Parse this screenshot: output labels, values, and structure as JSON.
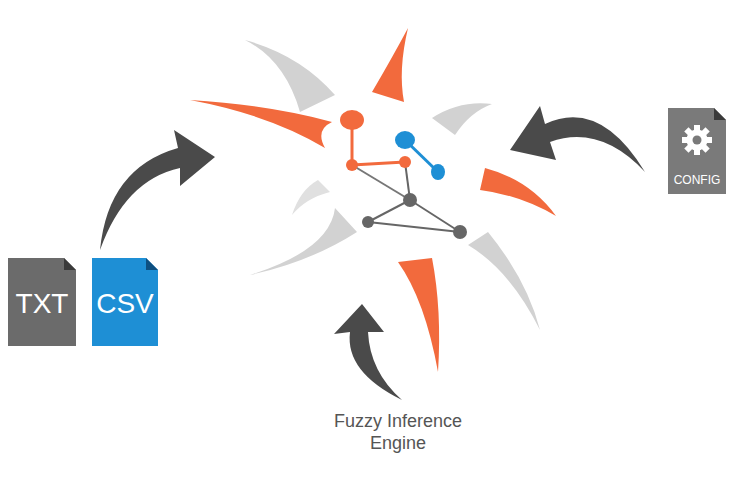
{
  "diagram": {
    "nodes": [
      {
        "text": [
          "TXT"
        ]
      },
      {
        "text": [
          "CSV"
        ]
      },
      {
        "text": [
          "CONFIG"
        ]
      }
    ],
    "labels": [
      "Fuzzy Inference Engine"
    ]
  }
}
